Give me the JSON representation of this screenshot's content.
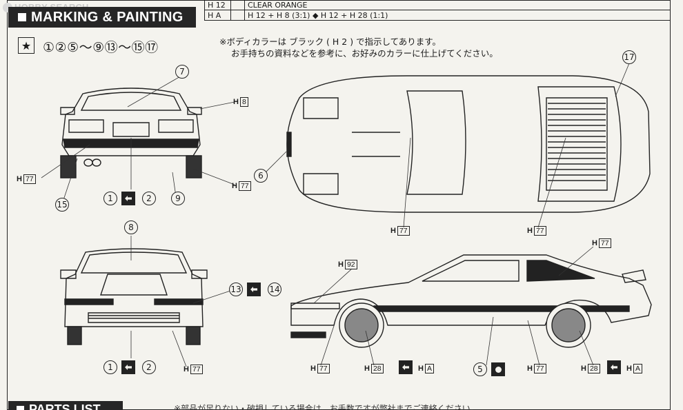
{
  "watermark": {
    "text": "HOBBY SEARCH"
  },
  "section": {
    "title": "MARKING & PAINTING"
  },
  "color_table": {
    "rows": [
      {
        "code": "H 12",
        "mark": "",
        "mix": "CLEAR ORANGE"
      },
      {
        "code": "H A",
        "mark": "",
        "mix": "H 12 + H 8 (3:1)  ◆  H 12 + H 28 (1:1)"
      }
    ]
  },
  "legend": {
    "star": "★",
    "parts": "①②⑤〜⑨⑬〜⑮⑰"
  },
  "note": {
    "line1": "※ボディカラーは ブラック ( H 2 ) で指示してあります。",
    "line2": "お手持ちの資料などを参考に、お好みのカラーに仕上げてください。"
  },
  "codes": {
    "h8": {
      "h": "H",
      "n": "8"
    },
    "h77": {
      "h": "H",
      "n": "77"
    },
    "h92": {
      "h": "H",
      "n": "92"
    },
    "h28": {
      "h": "H",
      "n": "28"
    },
    "ha": {
      "h": "H",
      "n": "A"
    }
  },
  "callouts": {
    "n1": "1",
    "n2": "2",
    "n5": "5",
    "n6": "6",
    "n7": "7",
    "n8": "8",
    "n9": "9",
    "n13": "13",
    "n14": "14",
    "n15": "15",
    "n17": "17"
  },
  "parts_list": {
    "title": "PARTS LIST",
    "note": "※部品が足りない・破損している場合は、お手数ですが弊社までご連絡ください。"
  }
}
